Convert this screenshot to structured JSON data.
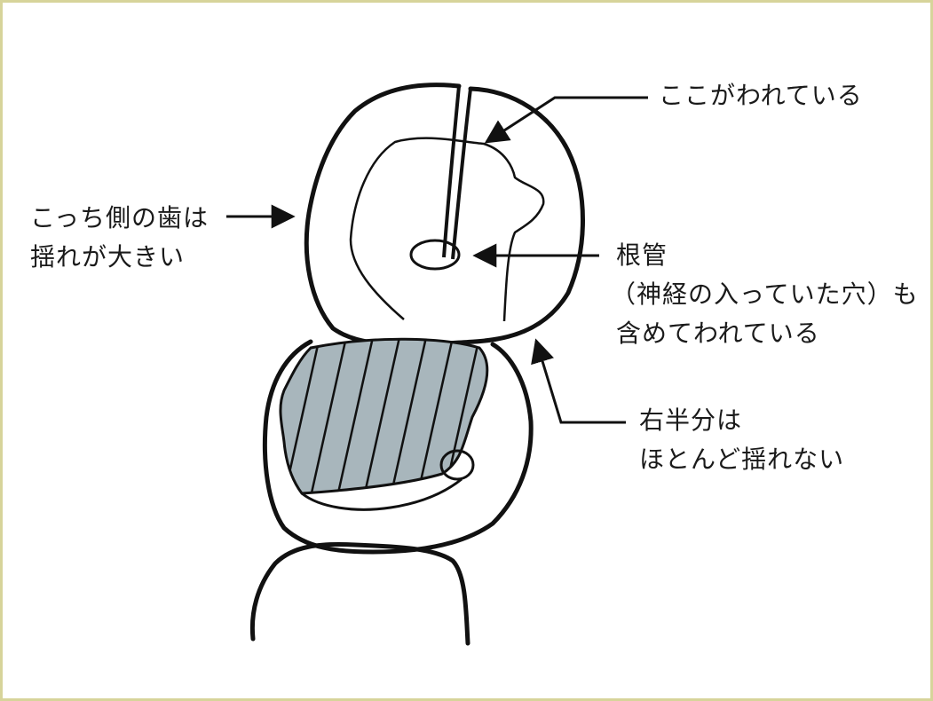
{
  "labels": {
    "crack": [
      "ここがわれている"
    ],
    "left_tooth": [
      "こっち側の歯は",
      "揺れが大きい"
    ],
    "root_canal": [
      "根管",
      "（神経の入っていた穴）も",
      "含めてわれている"
    ],
    "right_half": [
      "右半分は",
      "ほとんど揺れない"
    ]
  },
  "colors": {
    "frame_border": "#d7d49a",
    "outline": "#111111",
    "hatch_fill": "#a8b6bc"
  }
}
